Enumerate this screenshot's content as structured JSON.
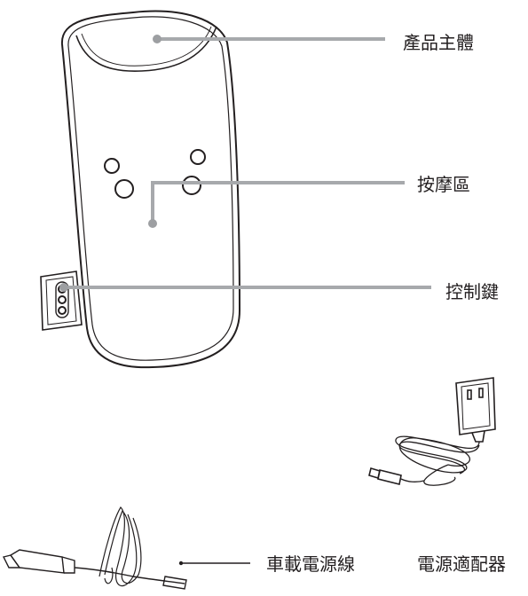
{
  "labels": {
    "product_body": "產品主體",
    "massage_area": "按摩區",
    "control_keys": "控制鍵",
    "car_power_cord": "車載電源線",
    "power_adapter": "電源適配器"
  },
  "colors": {
    "outline": "#231f20",
    "leader_line": "#a7a9ac",
    "leader_dot": "#9d9fa2",
    "label_text": "#231f20"
  },
  "icons": {
    "device": "massager-device-drawing",
    "adapter": "wall-power-adapter-drawing",
    "car_cord": "car-charger-cable-drawing"
  }
}
